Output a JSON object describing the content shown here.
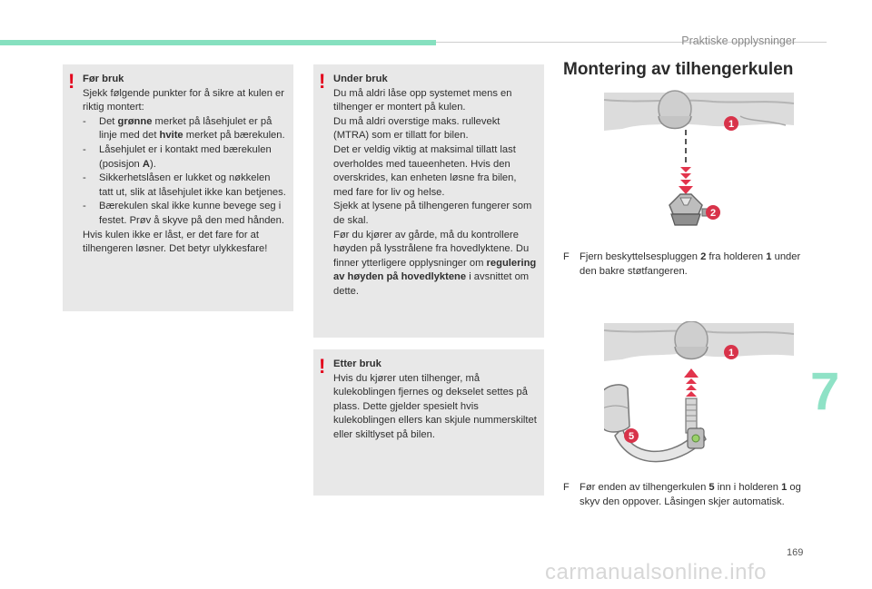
{
  "header": {
    "section_title": "Praktiske opplysninger"
  },
  "warning_before": {
    "title": "Før bruk",
    "intro": "Sjekk følgende punkter for å sikre at kulen er riktig montert:",
    "items": [
      {
        "pre": "Det ",
        "bold": "grønne",
        "mid": " merket på låsehjulet er på linje med det ",
        "bold2": "hvite",
        "post": " merket på bærekulen."
      },
      {
        "pre": "Låsehjulet er i kontakt med bærekulen (posisjon ",
        "bold": "A",
        "post": ")."
      },
      {
        "text": "Sikkerhetslåsen er lukket og nøkkelen tatt ut, slik at låsehjulet ikke kan betjenes."
      },
      {
        "text": "Bærekulen skal ikke kunne bevege seg i festet. Prøv å skyve på den med hånden."
      }
    ],
    "outro": "Hvis kulen ikke er låst, er det fare for at tilhengeren løsner. Det betyr ulykkesfare!"
  },
  "warning_during": {
    "title": "Under bruk",
    "p1": "Du må aldri låse opp systemet mens en tilhenger er montert på kulen.",
    "p2": "Du må aldri overstige maks. rullevekt (MTRA) som er tillatt for bilen.",
    "p3": "Det er veldig viktig at maksimal tillatt last overholdes med taueenheten. Hvis den overskrides, kan enheten løsne fra bilen, med fare for liv og helse.",
    "p4": "Sjekk at lysene på tilhengeren fungerer som de skal.",
    "p5_pre": "Før du kjører av gårde, må du kontrollere høyden på lysstrålene fra hovedlyktene. Du finner ytterligere opplysninger om ",
    "p5_bold": "regulering av høyden på hovedlyktene",
    "p5_post": " i avsnittet om dette."
  },
  "warning_after": {
    "title": "Etter bruk",
    "text": "Hvis du kjører uten tilhenger, må kulekoblingen fjernes og dekselet settes på plass. Dette gjelder spesielt hvis kulekoblingen ellers kan skjule nummerskiltet eller skiltlyset på bilen."
  },
  "main": {
    "title": "Montering av tilhengerkulen",
    "figure1_labels": [
      "1",
      "2"
    ],
    "figure2_labels": [
      "1",
      "5"
    ],
    "step1": {
      "pre": "Fjern beskyttelsespluggen ",
      "b1": "2",
      "mid": " fra holderen ",
      "b2": "1",
      "post": " under den bakre støtfangeren."
    },
    "step2": {
      "pre": "Før enden av tilhengerkulen ",
      "b1": "5",
      "mid": " inn i holderen ",
      "b2": "1",
      "post": " og skyv den oppover. Låsingen skjer automatisk."
    },
    "bullet": "F"
  },
  "chapter": "7",
  "page_number": "169",
  "watermark": "carmanualsonline.info",
  "colors": {
    "accent": "#86e0bf",
    "warning": "#e3001b",
    "badge": "#d8334a",
    "box_bg": "#e8e8e8"
  }
}
